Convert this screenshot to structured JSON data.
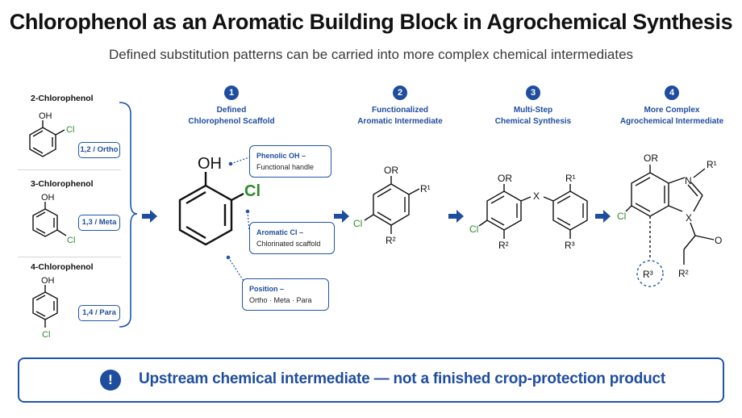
{
  "header": {
    "title": "Chlorophenol as an Aromatic Building Block in Agrochemical Synthesis",
    "subtitle": "Defined substitution patterns can be carried into more complex chemical intermediates"
  },
  "isomers": [
    {
      "name": "2-Chlorophenol",
      "tag": "1,2 / Ortho",
      "oh": "OH",
      "cl": "Cl"
    },
    {
      "name": "3-Chlorophenol",
      "tag": "1,3 / Meta",
      "oh": "OH",
      "cl": "Cl"
    },
    {
      "name": "4-Chlorophenol",
      "tag": "1,4 / Para",
      "oh": "OH",
      "cl": "Cl"
    }
  ],
  "steps": [
    {
      "num": "1",
      "title_line1": "Defined",
      "title_line2": "Chlorophenol Scaffold"
    },
    {
      "num": "2",
      "title_line1": "Functionalized",
      "title_line2": "Aromatic Intermediate"
    },
    {
      "num": "3",
      "title_line1": "Multi-Step",
      "title_line2": "Chemical Synthesis"
    },
    {
      "num": "4",
      "title_line1": "More Complex",
      "title_line2": "Agrochemical Intermediate"
    }
  ],
  "scaffold": {
    "oh": "OH",
    "cl": "Cl"
  },
  "callouts": [
    {
      "heading": "Phenolic OH –",
      "text": "Functional handle"
    },
    {
      "heading": "Aromatic Cl –",
      "text": "Chlorinated scaffold"
    },
    {
      "heading": "Position –",
      "text": "Ortho · Meta · Para"
    }
  ],
  "labels": {
    "s2": {
      "or": "OR",
      "r1": "R¹",
      "cl": "Cl",
      "r2": "R²"
    },
    "s3": {
      "or": "OR",
      "x": "X",
      "r1": "R¹",
      "cl": "Cl",
      "r2": "R²",
      "r3": "R³"
    },
    "s4": {
      "or": "OR",
      "n": "N",
      "r1": "R¹",
      "x": "X",
      "cl": "Cl",
      "r3": "R³",
      "r2": "R²"
    }
  },
  "banner": {
    "icon": "!",
    "text": "Upstream chemical intermediate — not a finished crop-protection product"
  },
  "colors": {
    "accent": "#1f4d9e",
    "chlorine": "#2e8b2e",
    "text": "#111111"
  }
}
